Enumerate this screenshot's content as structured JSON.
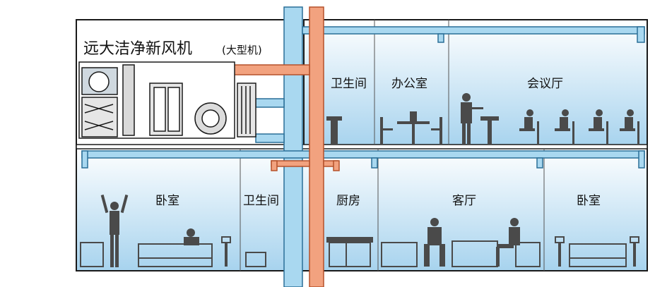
{
  "title": {
    "main": "远大洁净新风机",
    "sub": "(大型机)"
  },
  "rooms": {
    "upper": [
      {
        "id": "bathroom-upper",
        "label": "卫生间"
      },
      {
        "id": "office",
        "label": "办公室"
      },
      {
        "id": "meeting-hall",
        "label": "会议厅"
      }
    ],
    "lower": [
      {
        "id": "bedroom-left",
        "label": "卧室"
      },
      {
        "id": "bathroom-lower",
        "label": "卫生间"
      },
      {
        "id": "kitchen",
        "label": "厨房"
      },
      {
        "id": "living-room",
        "label": "客厅"
      },
      {
        "id": "bedroom-right",
        "label": "卧室"
      }
    ]
  },
  "colors": {
    "fresh_air_duct": "#a9d8f0",
    "exhaust_duct": "#f2a27f",
    "room_gradient_top": "#ffffff",
    "room_gradient_bottom": "#a7d3ee",
    "silhouette": "#4a4a4a",
    "outline": "#1a1a1a"
  }
}
